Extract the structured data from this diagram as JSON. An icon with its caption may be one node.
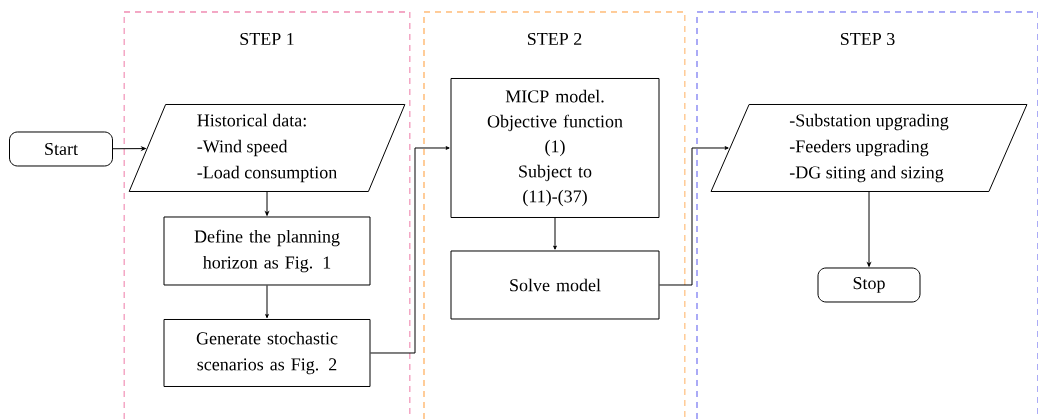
{
  "diagram": {
    "nodes": [
      {
        "text": [
          "Start"
        ]
      },
      {
        "text": [
          "STEP 1"
        ]
      },
      {
        "text": [
          "Historical data:",
          "-Wind speed",
          "-Load consumption"
        ],
        "in": 1
      },
      {
        "text": [
          "Define the planning horizon as Fig. 1"
        ],
        "in": 1
      },
      {
        "text": [
          "Generate stochastic scenarios as Fig. 2"
        ],
        "in": 1
      },
      {
        "text": [
          "STEP 2"
        ]
      },
      {
        "text": [
          "MICP model.",
          "Objective function",
          "(1)",
          "Subject to",
          "(11)-(37)"
        ],
        "in": 5
      },
      {
        "text": [
          "Solve model"
        ],
        "in": 5
      },
      {
        "text": [
          "STEP 3"
        ]
      },
      {
        "text": [
          "-Substation upgrading",
          "-Feeders upgrading",
          "-DG siting and sizing"
        ],
        "in": 8
      },
      {
        "text": [
          "Stop"
        ],
        "in": 8
      }
    ],
    "edges": [
      {
        "from": 0,
        "to": 2,
        "arrow": "to"
      },
      {
        "from": 2,
        "to": 3,
        "arrow": "to"
      },
      {
        "from": 3,
        "to": 4,
        "arrow": "to"
      },
      {
        "from": 4,
        "to": 6,
        "arrow": "to"
      },
      {
        "from": 6,
        "to": 7,
        "arrow": "to"
      },
      {
        "from": 7,
        "to": 9,
        "arrow": "to"
      },
      {
        "from": 9,
        "to": 10,
        "arrow": "to"
      }
    ]
  }
}
